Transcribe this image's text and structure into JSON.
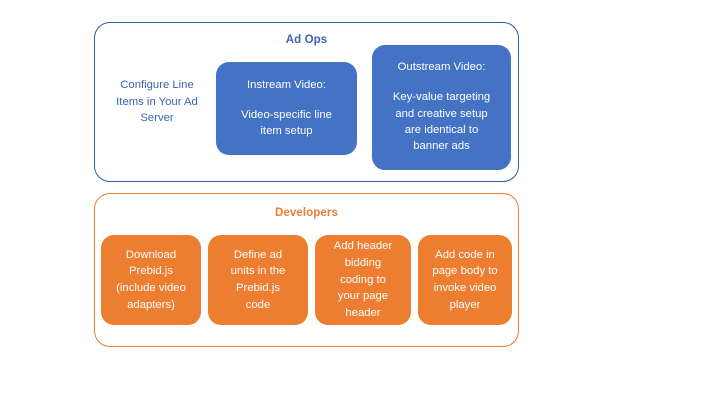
{
  "diagram": {
    "background_color": "#FFFFFF",
    "accent_blue": "#4472C4",
    "accent_blue_text": "#3C63B0",
    "accent_orange": "#ED7D31",
    "groups": [
      {
        "id": "ad-ops",
        "title": "Ad Ops",
        "title_color": "#3C63B0",
        "border_color": "#2E5EA8",
        "nodes": [
          {
            "id": "configure-line-items",
            "style": "plain",
            "text_color": "#3C63B0",
            "lines": [
              "Configure Line",
              "Items in Your Ad",
              "Server"
            ]
          },
          {
            "id": "instream-video",
            "style": "filled",
            "fill": "#4472C4",
            "heading": "Instream Video:",
            "body_lines": [
              "Video-specific line",
              "item setup"
            ]
          },
          {
            "id": "outstream-video",
            "style": "filled",
            "fill": "#4472C4",
            "heading": "Outstream Video:",
            "body_lines": [
              "Key-value targeting",
              "and creative setup",
              "are identical to",
              "banner ads"
            ]
          }
        ]
      },
      {
        "id": "developers",
        "title": "Developers",
        "title_color": "#ED7D31",
        "border_color": "#ED7D31",
        "nodes": [
          {
            "id": "download-prebid",
            "style": "filled",
            "fill": "#ED7D31",
            "body_lines": [
              "Download",
              "Prebid.js",
              "(include video",
              "adapters)"
            ]
          },
          {
            "id": "define-ad-units",
            "style": "filled",
            "fill": "#ED7D31",
            "body_lines": [
              "Define ad",
              "units in the",
              "Prebid.js",
              "code"
            ]
          },
          {
            "id": "add-header-bidding-code",
            "style": "filled",
            "fill": "#ED7D31",
            "body_lines": [
              "Add header",
              "bidding",
              "coding to",
              "your page",
              "header"
            ]
          },
          {
            "id": "add-page-body-code",
            "style": "filled",
            "fill": "#ED7D31",
            "body_lines": [
              "Add code in",
              "page body to",
              "invoke video",
              "player"
            ]
          }
        ]
      }
    ]
  }
}
